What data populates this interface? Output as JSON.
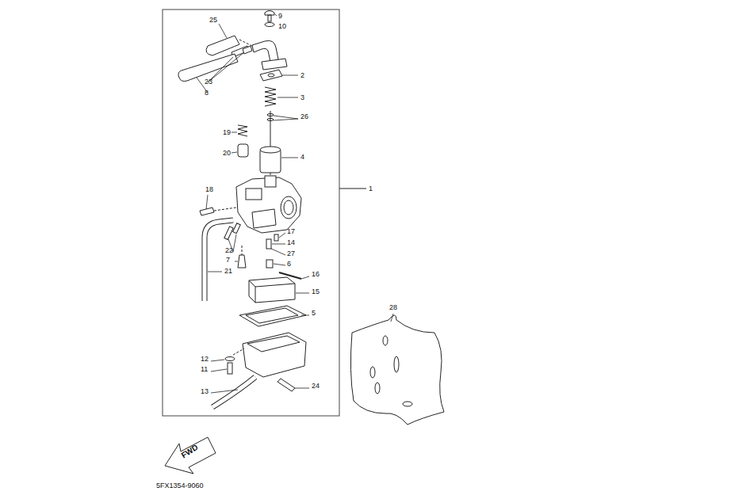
{
  "diagram": {
    "labels": [
      "25",
      "9",
      "10",
      "2",
      "23",
      "8",
      "3",
      "26",
      "19",
      "20",
      "4",
      "1",
      "18",
      "17",
      "14",
      "22",
      "27",
      "7",
      "6",
      "21",
      "16",
      "15",
      "5",
      "28",
      "12",
      "11",
      "24",
      "13",
      "FWD",
      "5FX1354-9060"
    ]
  }
}
